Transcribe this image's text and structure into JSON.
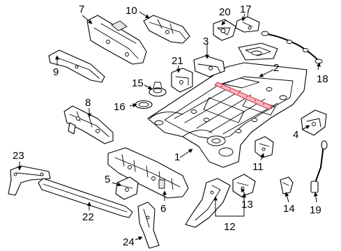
{
  "diagram": {
    "callouts": [
      {
        "id": "1",
        "label": "1"
      },
      {
        "id": "2",
        "label": "2"
      },
      {
        "id": "3",
        "label": "3"
      },
      {
        "id": "4",
        "label": "4"
      },
      {
        "id": "5",
        "label": "5"
      },
      {
        "id": "6",
        "label": "6"
      },
      {
        "id": "7",
        "label": "7"
      },
      {
        "id": "8",
        "label": "8"
      },
      {
        "id": "9",
        "label": "9"
      },
      {
        "id": "10",
        "label": "10"
      },
      {
        "id": "11",
        "label": "11"
      },
      {
        "id": "12",
        "label": "12"
      },
      {
        "id": "13",
        "label": "13"
      },
      {
        "id": "14",
        "label": "14"
      },
      {
        "id": "15",
        "label": "15"
      },
      {
        "id": "16",
        "label": "16"
      },
      {
        "id": "17",
        "label": "17"
      },
      {
        "id": "18",
        "label": "18"
      },
      {
        "id": "19",
        "label": "19"
      },
      {
        "id": "20",
        "label": "20"
      },
      {
        "id": "21",
        "label": "21"
      },
      {
        "id": "22",
        "label": "22"
      },
      {
        "id": "23",
        "label": "23"
      },
      {
        "id": "24",
        "label": "24"
      }
    ],
    "highlight_color": "#d0283c"
  }
}
